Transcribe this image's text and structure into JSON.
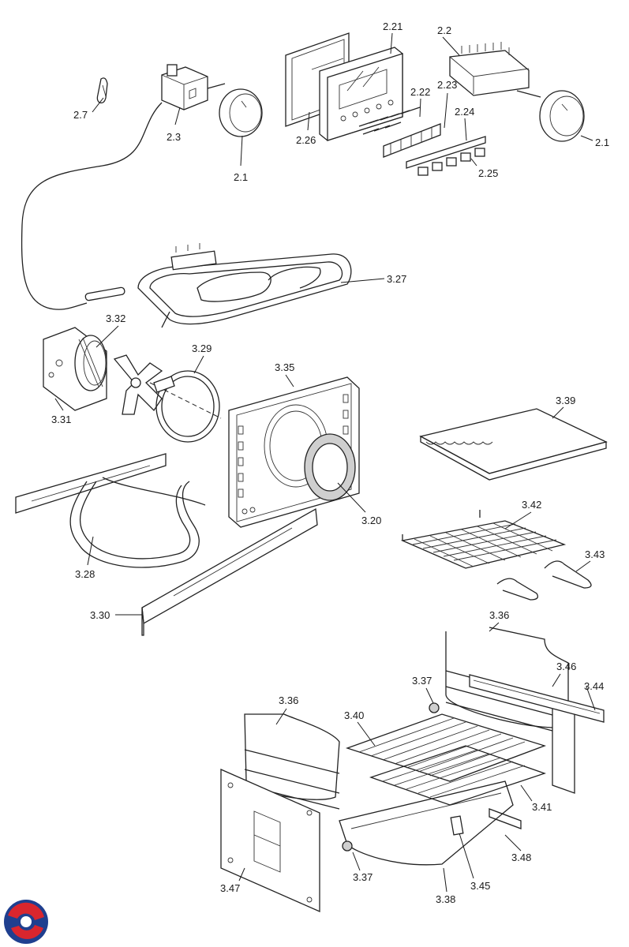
{
  "labels": {
    "l_2_7": "2.7",
    "l_2_3": "2.3",
    "l_2_1a": "2.1",
    "l_2_26": "2.26",
    "l_2_21": "2.21",
    "l_2_22": "2.22",
    "l_2_23": "2.23",
    "l_2_24": "2.24",
    "l_2_25": "2.25",
    "l_2_2": "2.2",
    "l_2_1b": "2.1",
    "l_3_27": "3.27",
    "l_3_32": "3.32",
    "l_3_31": "3.31",
    "l_3_29": "3.29",
    "l_3_35": "3.35",
    "l_3_20": "3.20",
    "l_3_28": "3.28",
    "l_3_30": "3.30",
    "l_3_39": "3.39",
    "l_3_42": "3.42",
    "l_3_43": "3.43",
    "l_3_36a": "3.36",
    "l_3_46": "3.46",
    "l_3_44": "3.44",
    "l_3_37a": "3.37",
    "l_3_40": "3.40",
    "l_3_36b": "3.36",
    "l_3_41": "3.41",
    "l_3_48": "3.48",
    "l_3_47": "3.47",
    "l_3_37b": "3.37",
    "l_3_38": "3.38",
    "l_3_45": "3.45"
  },
  "colors": {
    "logo_red": "#d9262e",
    "logo_blue": "#1f3f8f",
    "line": "#1a1a1a"
  },
  "icons": {
    "logo": "brand-logo-icon"
  }
}
